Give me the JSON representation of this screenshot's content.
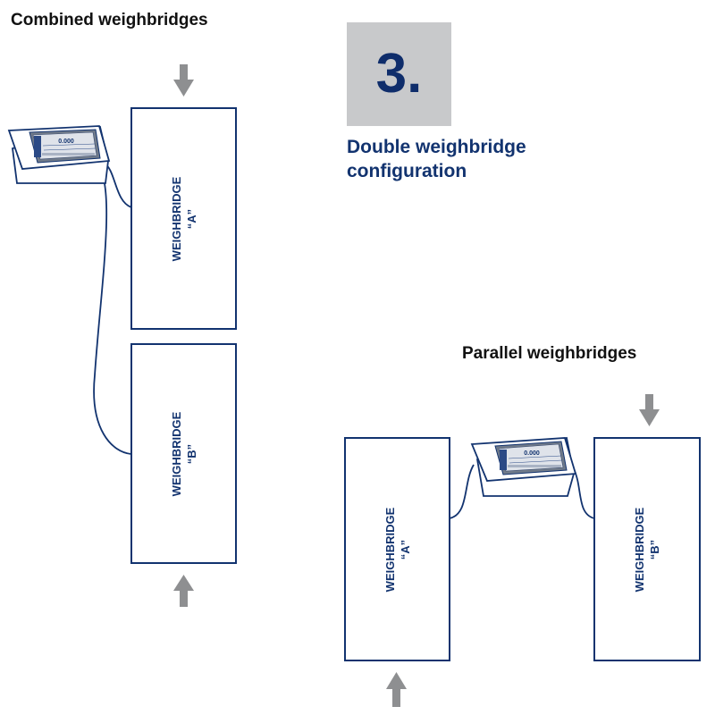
{
  "headings": {
    "combined": "Combined weighbridges",
    "parallel": "Parallel weighbridges"
  },
  "badge": {
    "number": "3."
  },
  "subtitle": {
    "line1": "Double weighbridge",
    "line2": "configuration"
  },
  "combined": {
    "bridge_a": {
      "name": "WEIGHBRIDGE",
      "id": "“A”"
    },
    "bridge_b": {
      "name": "WEIGHBRIDGE",
      "id": "“B”"
    },
    "terminal_display": "0.000"
  },
  "parallel": {
    "bridge_a": {
      "name": "WEIGHBRIDGE",
      "id": "“A”"
    },
    "bridge_b": {
      "name": "WEIGHBRIDGE",
      "id": "“B”"
    },
    "terminal_display": "0.000"
  },
  "colors": {
    "navy": "#12336f",
    "arrow_gray": "#8e8f91",
    "badge_gray": "#c8c9cb"
  },
  "icons": [
    "weighing-terminal-icon",
    "arrow-down-icon",
    "arrow-up-icon"
  ]
}
